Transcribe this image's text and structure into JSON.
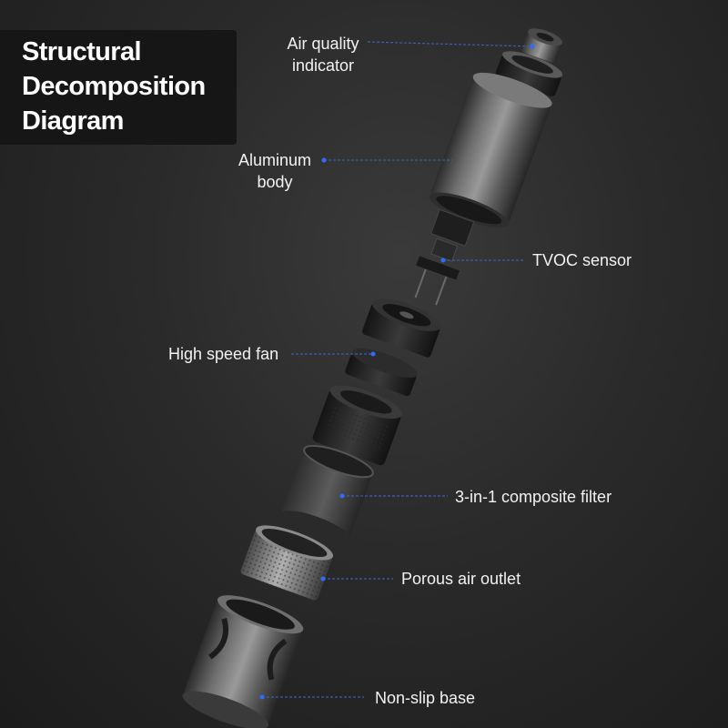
{
  "title": {
    "lines": [
      "Structural",
      "Decomposition",
      "Diagram"
    ]
  },
  "labels": {
    "air_quality_indicator": [
      "Air quality",
      "indicator"
    ],
    "aluminum_body": [
      "Aluminum",
      "body"
    ],
    "tvoc_sensor": "TVOC sensor",
    "high_speed_fan": "High speed fan",
    "composite_filter": "3-in-1 composite filter",
    "porous_air_outlet": "Porous air outlet",
    "non_slip_base": "Non-slip base"
  },
  "colors": {
    "background": "#2a2a2a",
    "title_box": "#161616",
    "text": "#f2f2f2",
    "leader_line": "#3f5ea8",
    "leader_dot": "#2f6bff"
  }
}
